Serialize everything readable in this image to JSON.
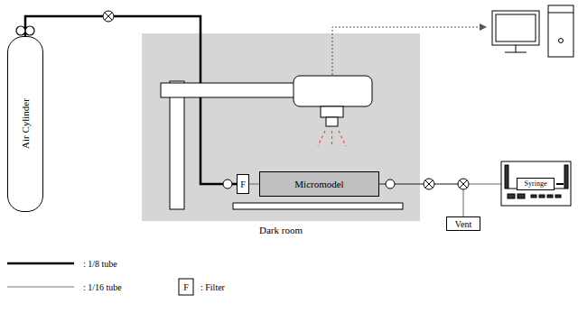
{
  "diagram": {
    "nodes": [
      {
        "text": [
          "Air Cylinder"
        ]
      },
      {
        "text": [
          "Dark room"
        ]
      },
      {
        "text": [
          "F"
        ],
        "in": 1
      },
      {
        "text": [
          "Micromodel"
        ],
        "in": 1
      },
      {
        "text": [
          "Vent"
        ]
      },
      {
        "text": [
          "Syringe"
        ]
      }
    ],
    "edges": [
      {
        "from": 0,
        "to": 2,
        "arrow": "none"
      },
      {
        "from": 2,
        "to": 3,
        "arrow": "none"
      },
      {
        "from": 3,
        "to": 5,
        "arrow": "none"
      },
      {
        "from": 3,
        "to": 4,
        "arrow": "none"
      }
    ],
    "labels": [
      "F"
    ],
    "legend": [
      {
        "text": ": 1/8 tube"
      },
      {
        "text": ": 1/16 tube"
      },
      {
        "text": ": Filter"
      }
    ]
  }
}
